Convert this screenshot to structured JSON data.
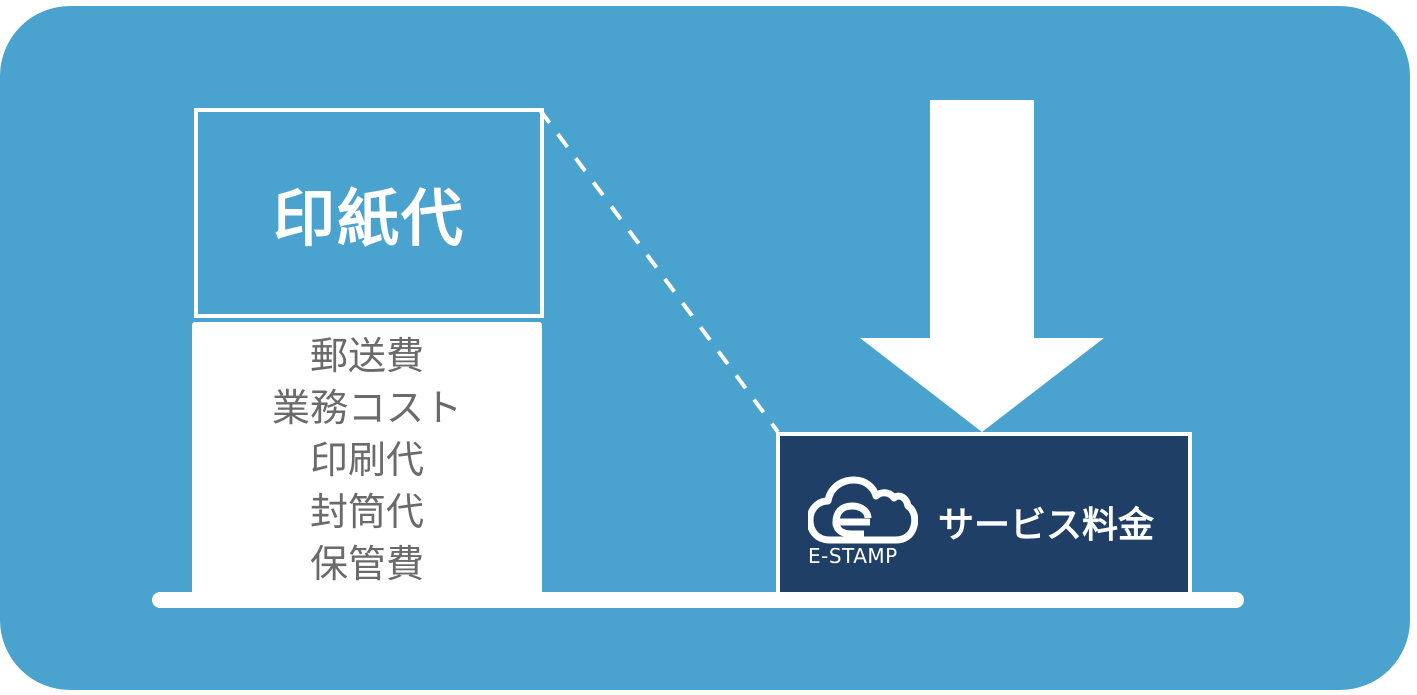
{
  "colors": {
    "background": "#4aa2cf",
    "service_box": "#1f3f66",
    "foreground": "#ffffff",
    "cost_text": "#6a6a6a"
  },
  "left_stack": {
    "stamp_label": "印紙代",
    "cost_items": [
      "郵送費",
      "業務コスト",
      "印刷代",
      "封筒代",
      "保管費"
    ]
  },
  "right_box": {
    "logo_text": "E-STAMP",
    "service_label": "サービス料金"
  },
  "icons": {
    "arrow": "down-arrow-icon",
    "logo": "cloud-e-icon"
  }
}
